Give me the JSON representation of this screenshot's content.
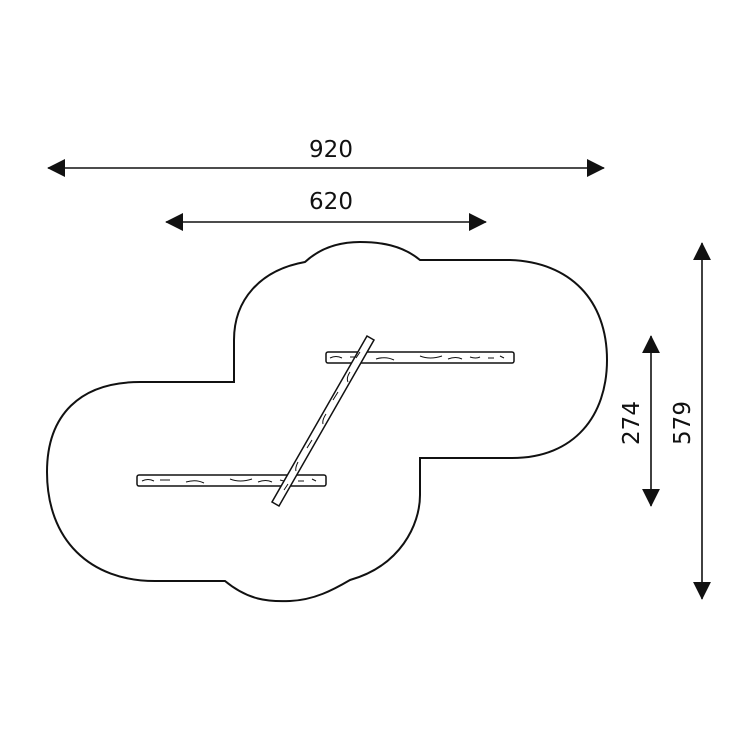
{
  "diagram": {
    "colors": {
      "line": "#111111",
      "background": "#ffffff"
    },
    "dimensions": {
      "overall_width": {
        "label": "920",
        "unit": ""
      },
      "beam_span": {
        "label": "620",
        "unit": ""
      },
      "beam_offset": {
        "label": "274",
        "unit": ""
      },
      "overall_depth": {
        "label": "579",
        "unit": ""
      }
    }
  }
}
